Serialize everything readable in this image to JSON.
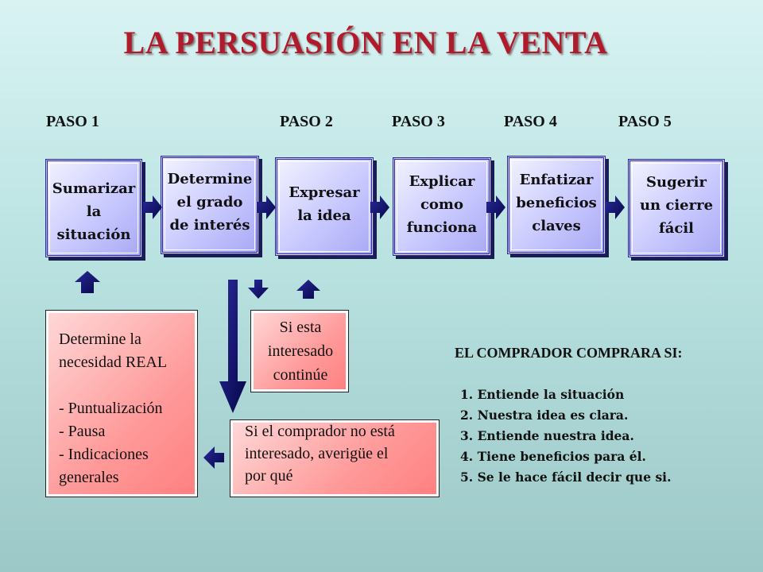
{
  "title": "LA PERSUASIÓN EN LA VENTA",
  "pasos": [
    "PASO 1",
    "PASO 2",
    "PASO 3",
    "PASO 4",
    "PASO 5"
  ],
  "steps": [
    {
      "label": "Sumarizar\nla\nsituación"
    },
    {
      "label": "Determine\nel grado\nde interés"
    },
    {
      "label": "Expresar\nla idea"
    },
    {
      "label": "Explicar\ncomo\nfunciona"
    },
    {
      "label": "Enfatizar\nbeneficios\nclaves"
    },
    {
      "label": "Sugerir\nun cierre\nfácil"
    }
  ],
  "necesidad": {
    "text": "Determine la\nnecesidad REAL\n\n- Puntualización\n- Pausa\n- Indicaciones\n   generales"
  },
  "interesado": {
    "text": "Si esta\ninteresado\ncontinúe"
  },
  "no_interesado": {
    "text": "Si el comprador no está\ninteresado, averigüe el\npor qué"
  },
  "comprador": {
    "title": "EL COMPRADOR COMPRARA SI:",
    "items": [
      "1. Entiende la situación",
      "2. Nuestra idea es clara.",
      "3. Entiende nuestra idea.",
      "4. Tiene beneficios para él.",
      "5. Se le hace fácil decir que si."
    ]
  },
  "colors": {
    "title": "#b01a2a",
    "arrow": "#0b0b5e",
    "step_fill": "#c9c9ff",
    "note_fill": "#ff9a9a"
  }
}
